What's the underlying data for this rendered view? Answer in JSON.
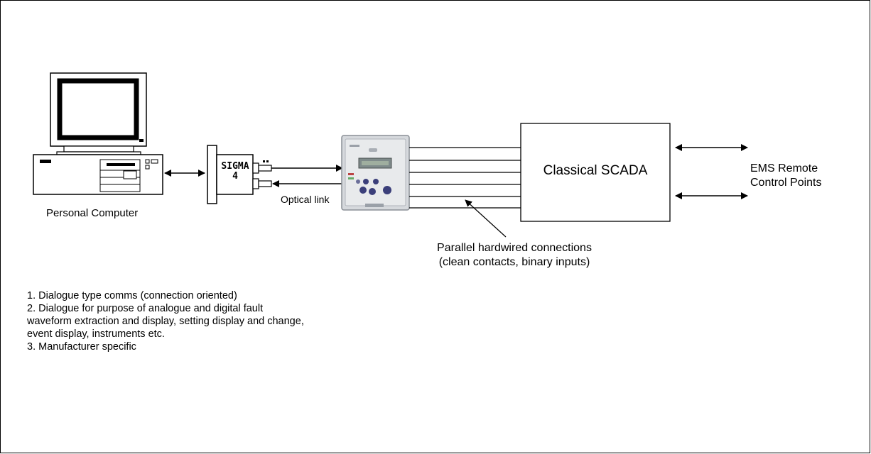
{
  "nodes": {
    "personal_computer": "Personal Computer",
    "sigma_line1": "SIGMA",
    "sigma_line2": "4",
    "optical_link": "Optical link",
    "scada": "Classical SCADA",
    "ems_line1": "EMS Remote",
    "ems_line2": "Control Points"
  },
  "annotations": {
    "parallel_line1": "Parallel hardwired connections",
    "parallel_line2": "(clean contacts, binary inputs)"
  },
  "notes": [
    "1.  Dialogue type comms (connection oriented)",
    "2.  Dialogue for purpose of analogue and digital fault",
    "waveform extraction and display, setting display and change,",
    "event display, instruments etc.",
    "3.  Manufacturer specific"
  ]
}
